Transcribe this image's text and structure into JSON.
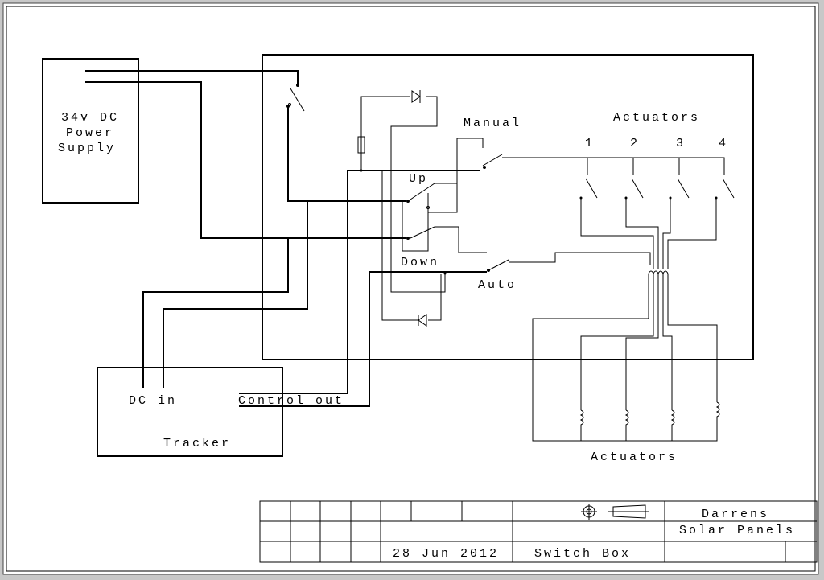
{
  "power_supply": {
    "line1": "34v DC",
    "line2": "Power",
    "line3": "Supply"
  },
  "tracker": {
    "dc_in": "DC in",
    "control_out": "Control out",
    "title": "Tracker"
  },
  "switch_labels": {
    "manual": "Manual",
    "up": "Up",
    "down": "Down",
    "auto": "Auto"
  },
  "actuators_header": {
    "title": "Actuators",
    "numbers": [
      "1",
      "2",
      "3",
      "4"
    ]
  },
  "actuators_footer": {
    "title": "Actuators"
  },
  "title_block": {
    "date": "28 Jun 2012",
    "drawing_name": "Switch Box",
    "company_line1": "Darrens",
    "company_line2": "Solar Panels"
  },
  "colors": {
    "ink": "#000000",
    "paper": "#ffffff",
    "frame": "#c8c8c8"
  }
}
